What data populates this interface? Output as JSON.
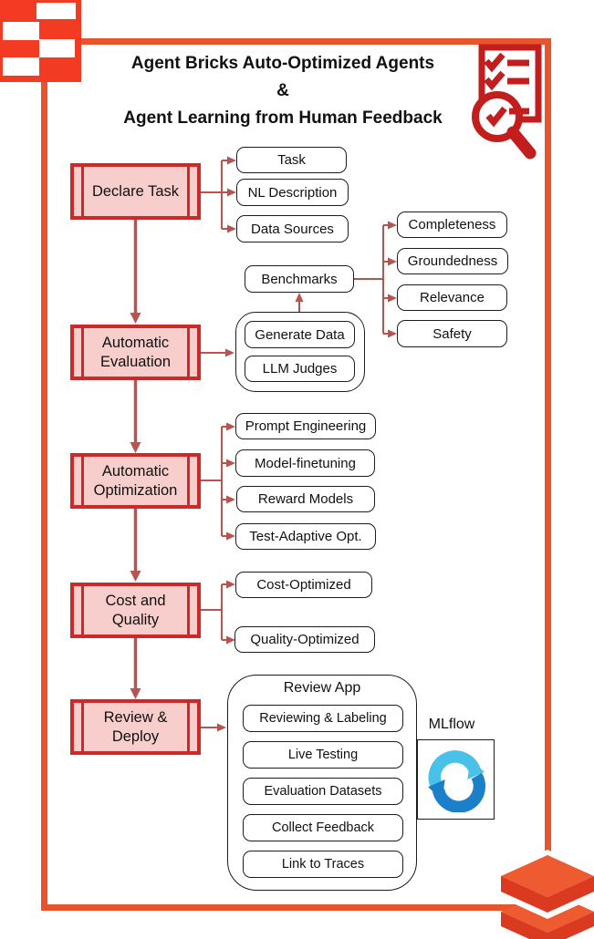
{
  "title": {
    "line1": "Agent Bricks Auto-Optimized Agents",
    "line2": "&",
    "line3": "Agent Learning from Human Feedback"
  },
  "stages": [
    {
      "label": "Declare Task"
    },
    {
      "label": "Automatic Evaluation"
    },
    {
      "label": "Automatic Optimization"
    },
    {
      "label": "Cost and Quality"
    },
    {
      "label": "Review & Deploy"
    }
  ],
  "declare_outputs": [
    "Task",
    "NL Description",
    "Data Sources"
  ],
  "evaluation": {
    "group_items": [
      "Generate Data",
      "LLM Judges"
    ],
    "benchmarks_label": "Benchmarks",
    "benchmark_metrics": [
      "Completeness",
      "Groundedness",
      "Relevance",
      "Safety"
    ]
  },
  "optimization_outputs": [
    "Prompt Engineering",
    "Model-finetuning",
    "Reward Models",
    "Test-Adaptive Opt."
  ],
  "cost_quality_outputs": [
    "Cost-Optimized",
    "Quality-Optimized"
  ],
  "review_app": {
    "title": "Review App",
    "items": [
      "Reviewing & Labeling",
      "Live Testing",
      "Evaluation Datasets",
      "Collect Feedback",
      "Link to Traces"
    ]
  },
  "mlflow": {
    "label": "MLflow"
  },
  "icons": {
    "top_left": "databricks-tiles-logo",
    "top_right": "checklist-magnifier-icon",
    "bottom_right": "databricks-bricks-logo",
    "mlflow": "mlflow-circular-arrows-logo"
  },
  "colors": {
    "frame_orange": "#E8542C",
    "stage_fill": "#F8CECC",
    "stage_stroke": "#CE2928",
    "arrow_red": "#B85450",
    "icon_red": "#C21E1E",
    "logo_red": "#F23B22",
    "brick_top": "#EE5B30",
    "brick_front": "#D93A20",
    "mlflow_light_blue": "#49C1E9",
    "mlflow_dark_blue": "#1B7FC9"
  }
}
